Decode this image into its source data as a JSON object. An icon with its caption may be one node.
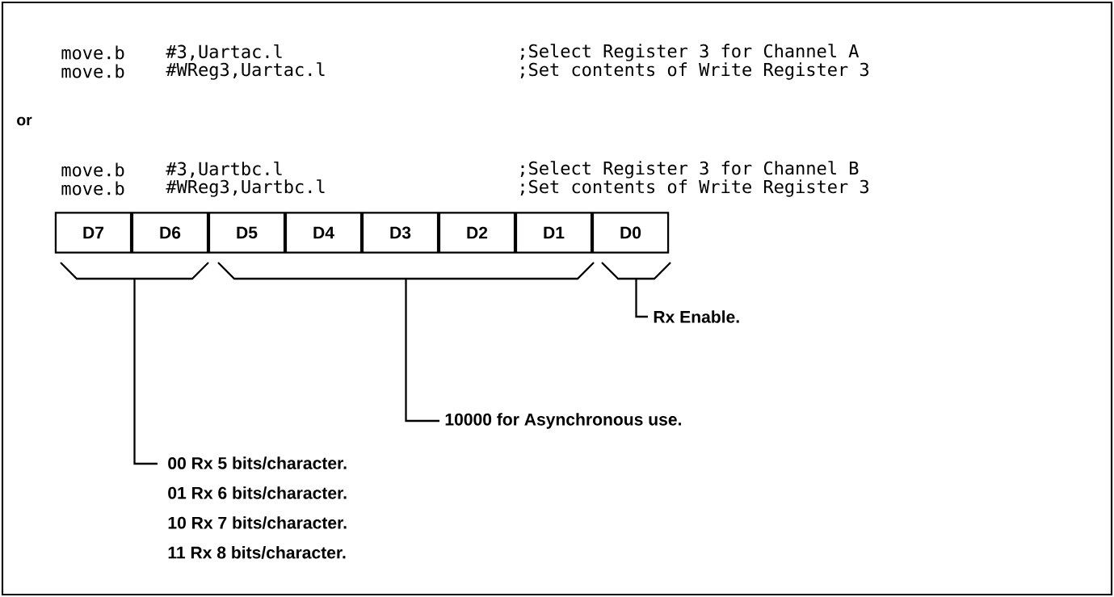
{
  "diagram": {
    "nodes": [
      {
        "text": [
          "D7"
        ]
      },
      {
        "text": [
          "D6"
        ]
      },
      {
        "text": [
          "D5"
        ]
      },
      {
        "text": [
          "D4"
        ]
      },
      {
        "text": [
          "D3"
        ]
      },
      {
        "text": [
          "D2"
        ]
      },
      {
        "text": [
          "D1"
        ]
      },
      {
        "text": [
          "D0"
        ]
      },
      {
        "text": [],
        "shape": "bracket"
      },
      {
        "text": [],
        "shape": "bracket"
      },
      {
        "text": [],
        "shape": "bracket"
      },
      {
        "text": [
          "Rx Enable."
        ]
      },
      {
        "text": [
          "10000 for Asynchronous use."
        ]
      },
      {
        "text": [
          "00 Rx 5 bits/character.",
          "01 Rx 6 bits/character.",
          "10 Rx 7 bits/character.",
          "11 Rx 8 bits/character."
        ]
      }
    ],
    "edges": [
      {
        "from": 10,
        "to": 11,
        "arrow": "none"
      },
      {
        "from": 9,
        "to": 12,
        "arrow": "none"
      },
      {
        "from": 8,
        "to": 13,
        "arrow": "none"
      }
    ],
    "labels": [
      "move.b",
      "#3,Uartac.l",
      ";Select Register 3 for Channel A",
      "move.b",
      "#WReg3,Uartac.l",
      ";Set contents of Write Register 3",
      "or",
      "move.b",
      "#3,Uartbc.l",
      ";Select Register 3 for Channel B",
      "move.b",
      "#WReg3,Uartbc.l",
      ";Set contents of Write Register 3"
    ]
  }
}
